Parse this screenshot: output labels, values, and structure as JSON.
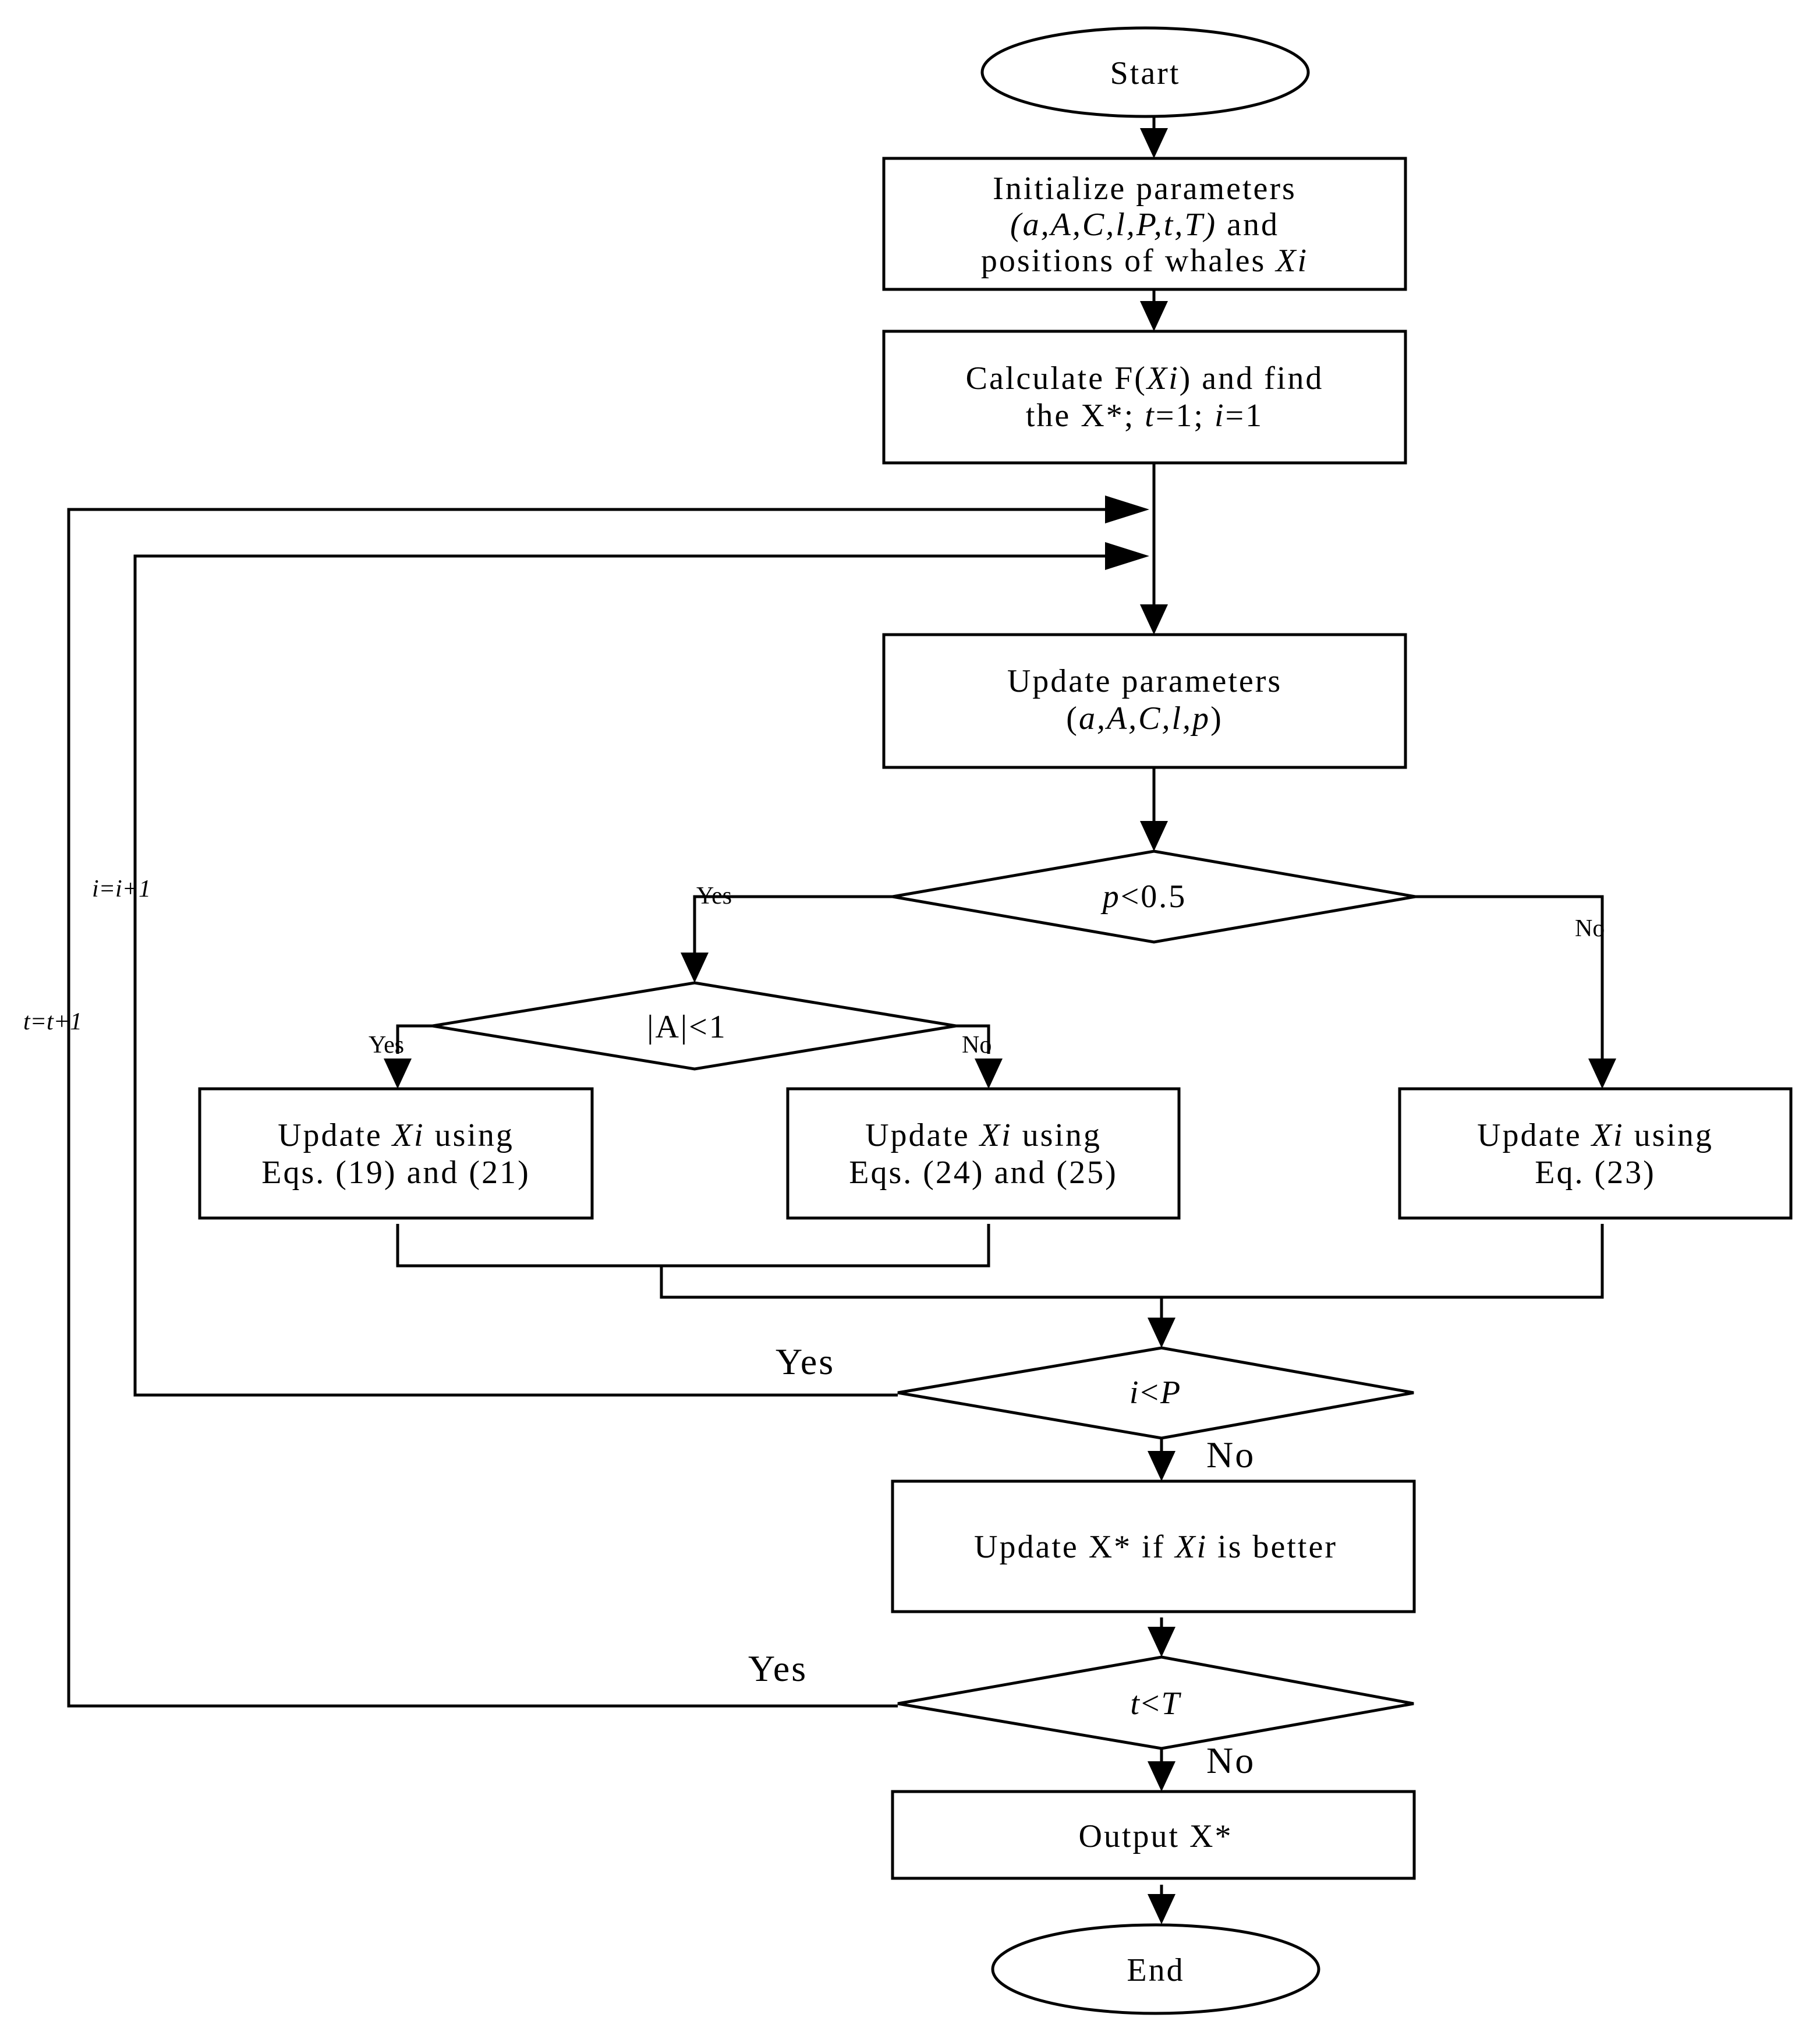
{
  "nodes": {
    "start": "Start",
    "init_line1": "Initialize parameters",
    "init_line2_vars": "(a,A,C,l,P,t,T)",
    "init_line2_rest": " and",
    "init_line3_text": "positions of whales ",
    "init_line3_var": "Xi",
    "calc_line1_a": "Calculate F(",
    "calc_line1_var": "Xi",
    "calc_line1_b": ") and find",
    "calc_line2_a": "the X*; ",
    "calc_line2_t": "t",
    "calc_line2_b": "=1; ",
    "calc_line2_i": "i",
    "calc_line2_c": "=1",
    "upd_params_line1": "Update parameters",
    "upd_params_line2_open": "(",
    "upd_params_line2_vars": "a,A,C,l,p",
    "upd_params_line2_close": ")",
    "dec_p_var": "p",
    "dec_p_rest": "<0.5",
    "dec_a": "|A|<1",
    "upd1_line1_a": "Update ",
    "upd1_line1_var": "Xi",
    "upd1_line1_b": " using",
    "upd1_line2": "Eqs. (19) and (21)",
    "upd2_line1_a": "Update ",
    "upd2_line1_var": "Xi",
    "upd2_line1_b": " using",
    "upd2_line2": "Eqs. (24) and (25)",
    "upd3_line1_a": "Update ",
    "upd3_line1_var": "Xi",
    "upd3_line1_b": " using",
    "upd3_line2": "Eq. (23)",
    "dec_i_var": "i",
    "dec_i_op": "<",
    "dec_i_var2": "P",
    "upd_best_a": "Update X* if ",
    "upd_best_var": "Xi",
    "upd_best_b": " is better",
    "dec_t_var": "t",
    "dec_t_op": "<",
    "dec_t_var2": "T",
    "output": "Output X*",
    "end": "End"
  },
  "labels": {
    "yes_p": "Yes",
    "no_p": "No",
    "yes_a": "Yes",
    "no_a": "No",
    "yes_i": "Yes",
    "no_i": "No",
    "yes_t": "Yes",
    "no_t": "No",
    "loop_i": "i=i+1",
    "loop_t": "t=t+1"
  }
}
